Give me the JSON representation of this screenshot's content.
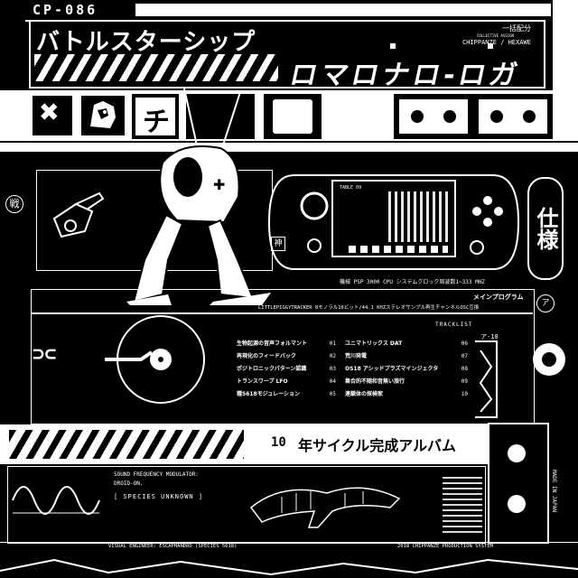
{
  "catalog": "CP-086",
  "title_jp": "バトルスターシップ",
  "title_logo": "ロマロナロ-ロガ",
  "collective": {
    "label_jp": "一括配分",
    "label_en": "COLLECTIVE ASSIGN",
    "artists": "CHIPPANZE / HEXAWE"
  },
  "side_kanji_left": "戦",
  "side_kanji_right": "仕様",
  "small_kanji": "神",
  "psp_screen_label": "TABLE 09",
  "spec_line": "機械 PSP 3000 CPU システムクロック周波数1~333 MHZ",
  "program": {
    "heading": "メインプログラム",
    "description": "LITTLEPIGGYTRACKER 8モノラル16ビット/44.1 KHZステレオサンプル再生チャンネルOSC互換"
  },
  "tracklist": {
    "heading": "TRACKLIST",
    "tag": "ア-10",
    "left": [
      {
        "title": "生物起源の音声フォルマント",
        "num": "01"
      },
      {
        "title": "再現化のフィードバック",
        "num": "02"
      },
      {
        "title": "ポジトロニックパターン認識",
        "num": "03"
      },
      {
        "title": "トランスワープ LFO",
        "num": "04"
      },
      {
        "title": "種5618モジュレーション",
        "num": "05"
      }
    ],
    "right": [
      {
        "num": "06",
        "title": "ユニマトリックス DAT"
      },
      {
        "num": "07",
        "title": "荒川発電"
      },
      {
        "num": "08",
        "title": "OS18 アシッドプラズマインジェクタ"
      },
      {
        "num": "09",
        "title": "集合的不随和音無い旅行"
      },
      {
        "num": "10",
        "title": "連鎖体の探検家"
      }
    ]
  },
  "album_line": {
    "num": "10",
    "text": "年サイクル完成アルバム"
  },
  "modulator": {
    "line1": "SOUND FREQUENCY MODULATOR:",
    "line2": "DROID-ON.",
    "species": "[ SPECIES UNKNOWN ]"
  },
  "made_in": "MADE IN JAPAN",
  "footer": {
    "left": "VISUAL ENGINEER: ESCAPHANDRO (SPECIES 5618)",
    "right": "2018 CHIPPANZE PRODUCTION SYSTEM"
  },
  "side_tag": "ア",
  "icons": [
    "close-icon",
    "lion-head-icon",
    "chi-glyph-icon",
    "cassette-icon",
    "robot-mech-icon",
    "psp-console-icon",
    "turntable-icon",
    "dinosaur-skeleton-icon"
  ],
  "colors": {
    "ink": "#000000",
    "paper": "#ffffff"
  }
}
